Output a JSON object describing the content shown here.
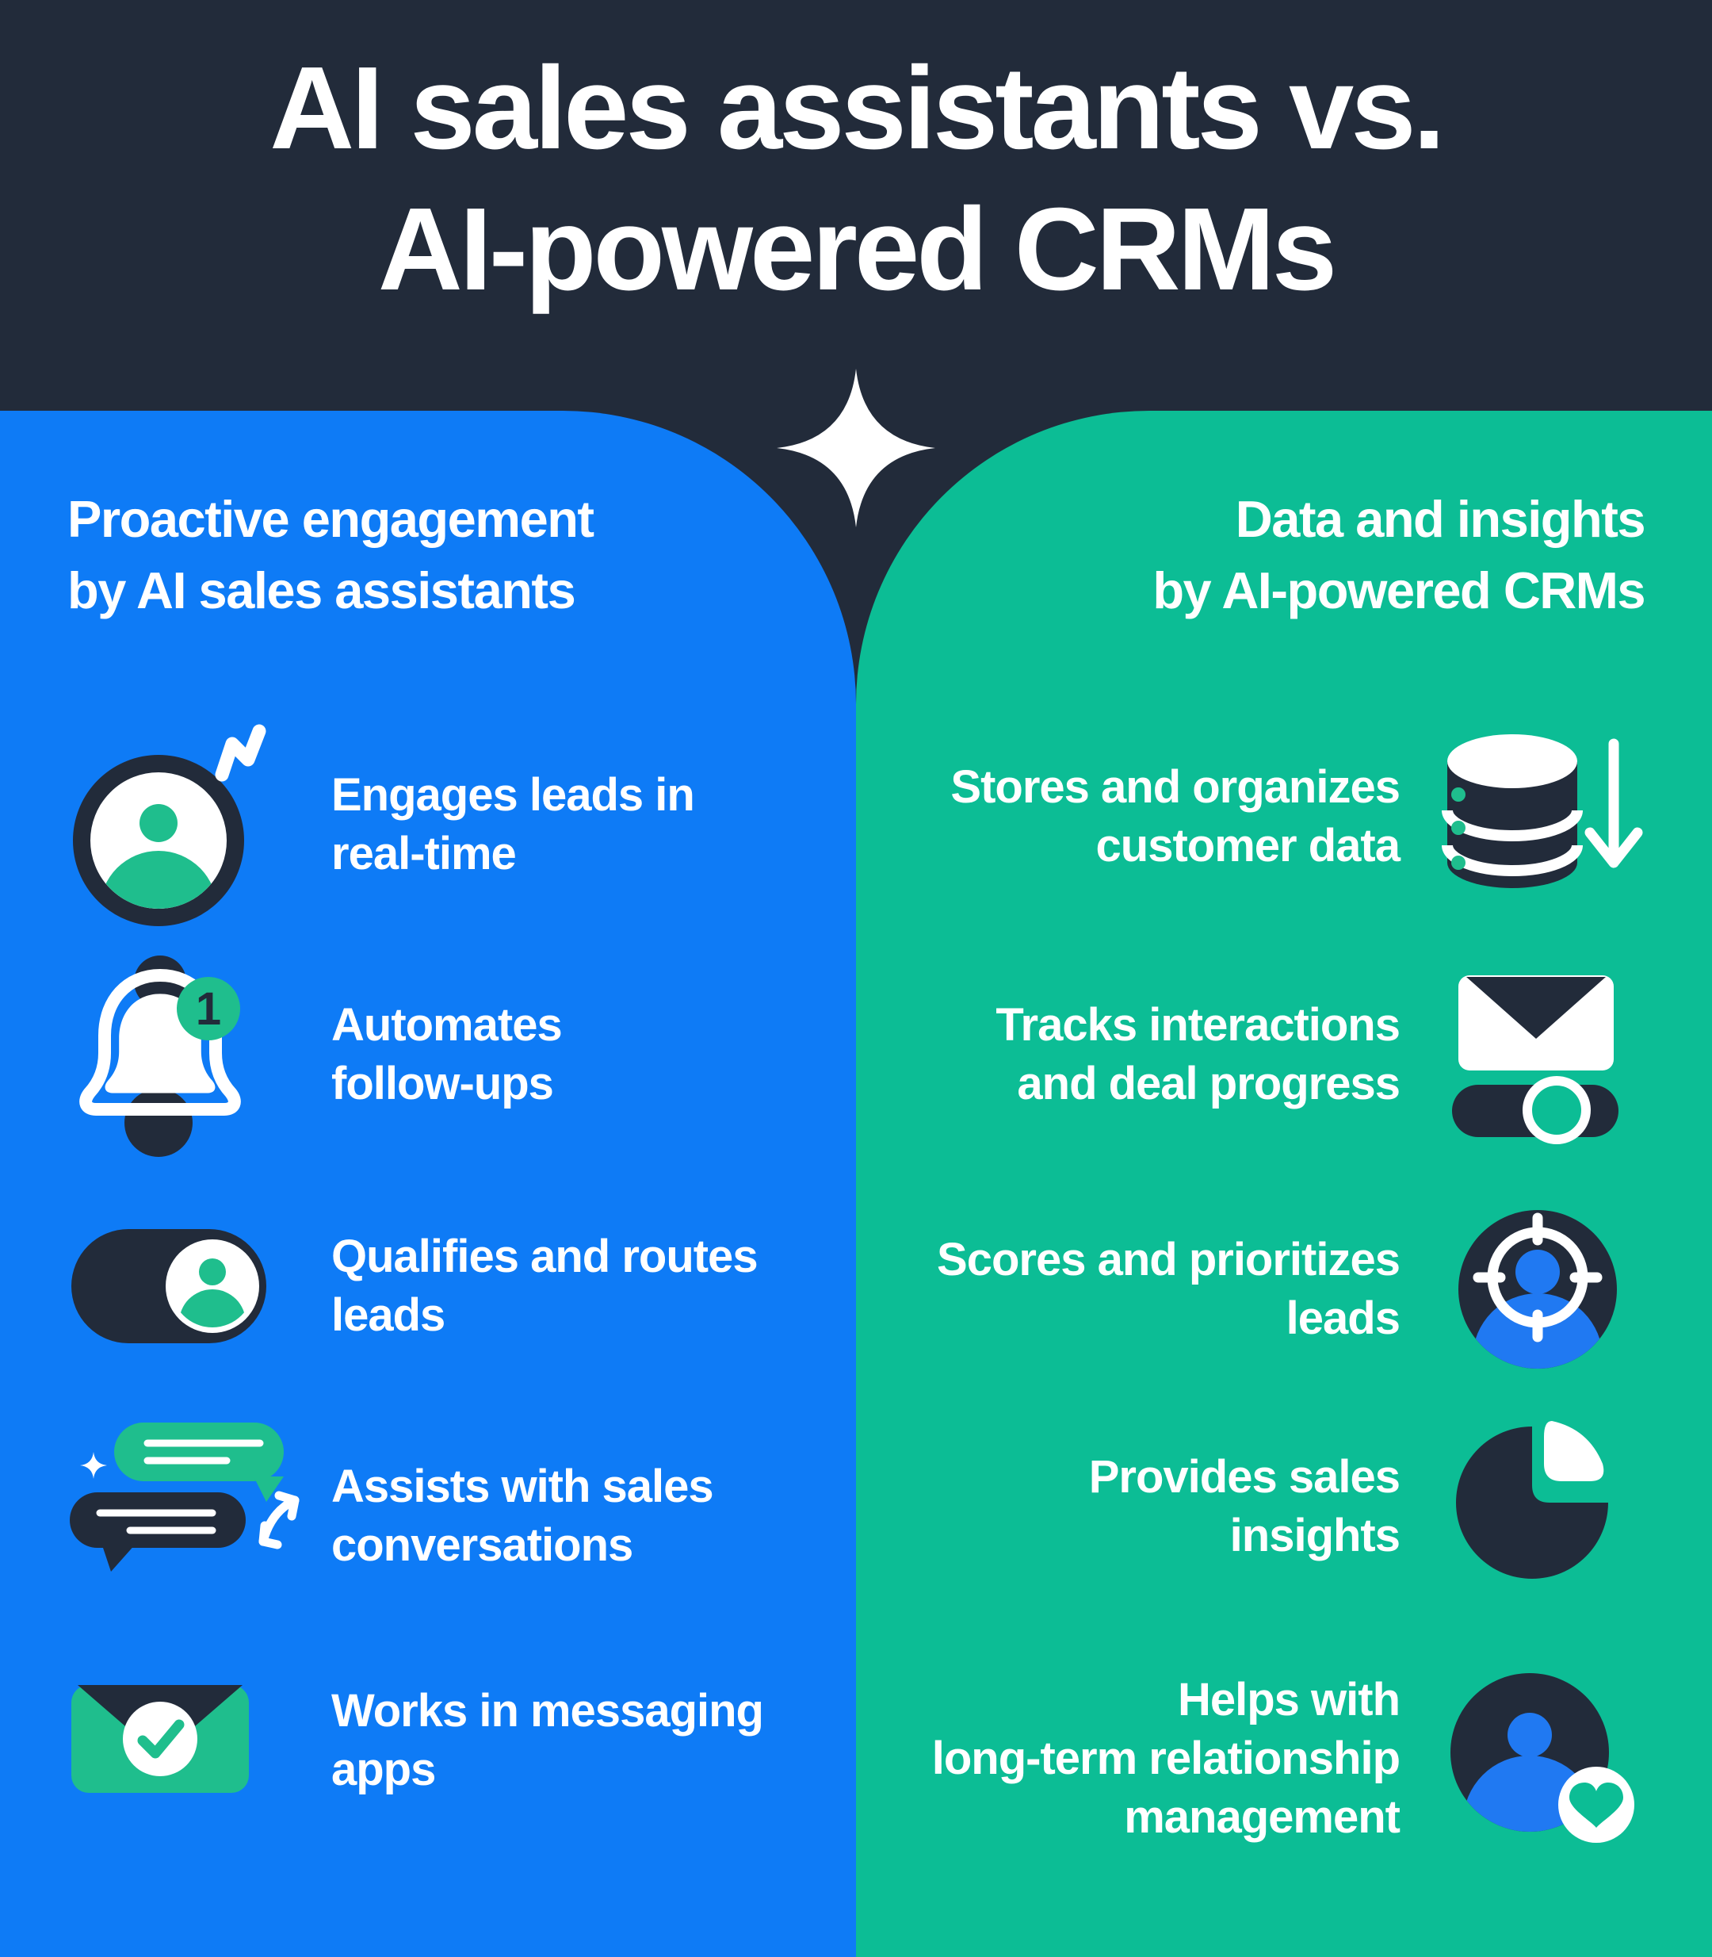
{
  "header": {
    "title": "AI sales assistants vs.\nAI-powered CRMs",
    "sparkle_icon": "sparkle-star-icon"
  },
  "left_panel": {
    "heading": "Proactive engagement\nby AI sales assistants",
    "accent_color": "#0E7BF6",
    "items": [
      {
        "icon": "lead-avatar-bolt-icon",
        "label": "Engages leads in\nreal-time"
      },
      {
        "icon": "notification-bell-icon",
        "badge": "1",
        "label": "Automates\nfollow-ups"
      },
      {
        "icon": "toggle-avatar-icon",
        "label": "Qualifies and routes\nleads"
      },
      {
        "icon": "chat-bubbles-icon",
        "label": "Assists with sales\nconversations"
      },
      {
        "icon": "envelope-check-icon",
        "label": "Works in messaging\napps"
      }
    ]
  },
  "right_panel": {
    "heading": "Data and insights\nby AI-powered CRMs",
    "accent_color": "#0CBD95",
    "items": [
      {
        "icon": "database-download-icon",
        "label": "Stores and organizes\ncustomer data"
      },
      {
        "icon": "envelope-slider-icon",
        "label": "Tracks interactions\nand deal progress"
      },
      {
        "icon": "target-lead-icon",
        "label": "Scores and prioritizes\nleads"
      },
      {
        "icon": "pie-chart-icon",
        "label": "Provides sales\ninsights"
      },
      {
        "icon": "avatar-heart-icon",
        "label": "Helps with\nlong-term relationship\nmanagement"
      }
    ]
  },
  "colors": {
    "background_navy": "#222B3A",
    "panel_blue": "#0E7BF6",
    "panel_green": "#0CBD95",
    "icon_emerald": "#1FBE8D",
    "icon_blue": "#2079F2",
    "white": "#FFFFFF"
  }
}
